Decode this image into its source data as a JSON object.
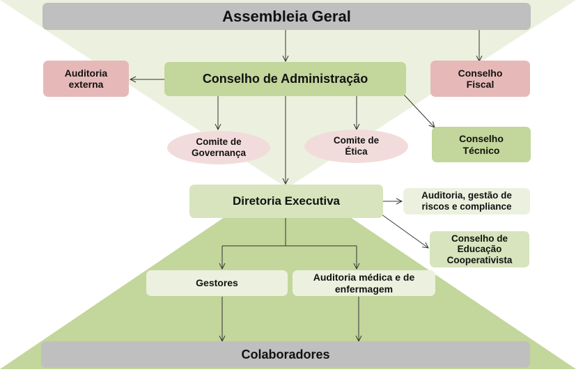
{
  "diagram": {
    "title_top": "Assembleia Geral",
    "bottom": "Colaboradores",
    "nodes": {
      "auditoria_externa": "Auditoria externa",
      "conselho_administracao": "Conselho de Administração",
      "conselho_fiscal": "Conselho Fiscal",
      "comite_governanca": "Comite de Governança",
      "comite_etica": "Comite de Ética",
      "conselho_tecnico": "Conselho Técnico",
      "diretoria_executiva": "Diretoria Executiva",
      "auditoria_riscos": "Auditoria, gestão de riscos e compliance",
      "conselho_educacao": "Conselho de Educação Cooperativista",
      "gestores": "Gestores",
      "auditoria_medica": "Auditoria médica e de enfermagem"
    },
    "edges": [
      {
        "from": "Assembleia Geral",
        "to": "Conselho de Administração"
      },
      {
        "from": "Assembleia Geral",
        "to": "Conselho Fiscal"
      },
      {
        "from": "Conselho de Administração",
        "to": "Auditoria externa"
      },
      {
        "from": "Conselho de Administração",
        "to": "Comite de Governança"
      },
      {
        "from": "Conselho de Administração",
        "to": "Comite de Ética"
      },
      {
        "from": "Conselho de Administração",
        "to": "Conselho Técnico"
      },
      {
        "from": "Conselho de Administração",
        "to": "Diretoria Executiva"
      },
      {
        "from": "Diretoria Executiva",
        "to": "Auditoria, gestão de riscos e compliance"
      },
      {
        "from": "Diretoria Executiva",
        "to": "Conselho de Educação Cooperativista"
      },
      {
        "from": "Diretoria Executiva",
        "to": "Gestores"
      },
      {
        "from": "Diretoria Executiva",
        "to": "Auditoria médica e de enfermagem"
      },
      {
        "from": "Gestores",
        "to": "Colaboradores"
      },
      {
        "from": "Auditoria médica e de enfermagem",
        "to": "Colaboradores"
      }
    ],
    "colors": {
      "gray": "#bfbfbf",
      "green": "#c3d69b",
      "pink": "#e6b9b8",
      "pale_pink": "#f2dcdb",
      "light_green": "#d7e4bd",
      "pale_green": "#ebf1de"
    }
  }
}
